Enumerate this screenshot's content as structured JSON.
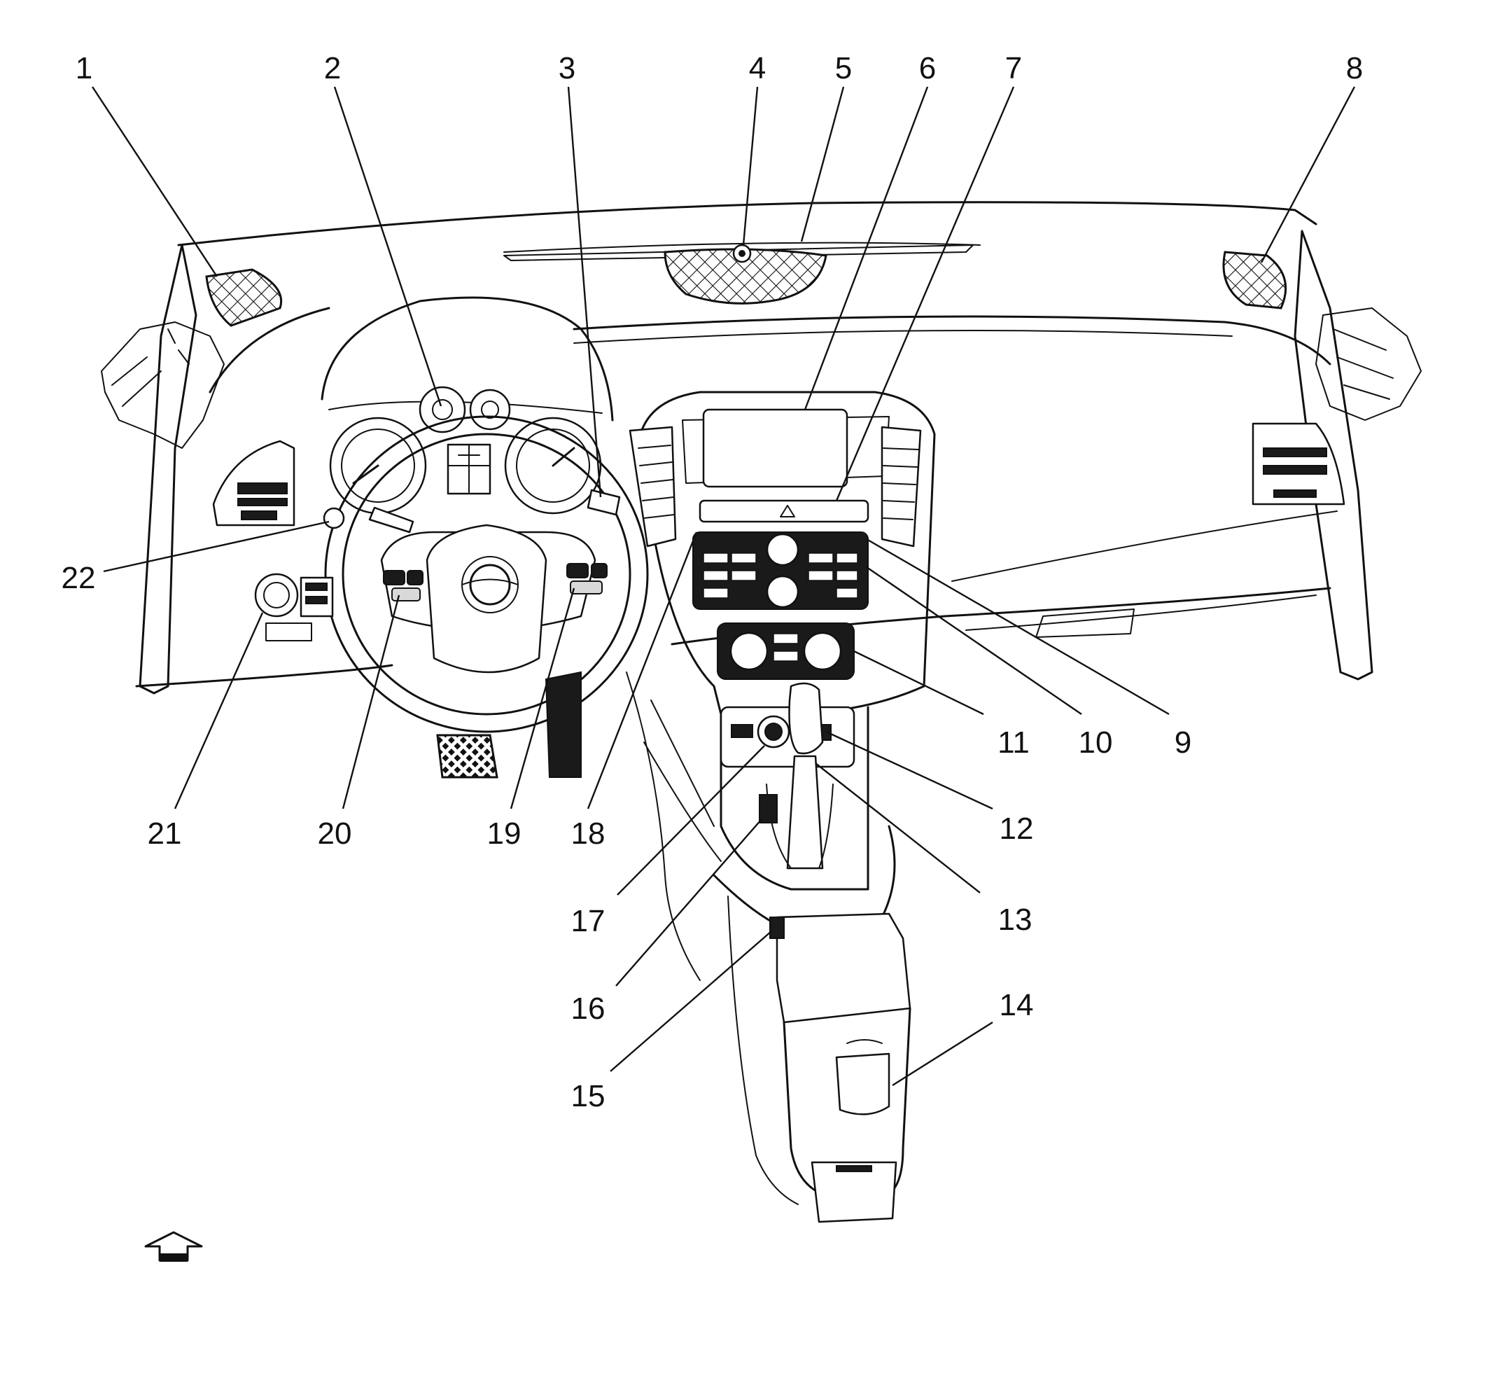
{
  "colors": {
    "ink": "#111111",
    "background": "#ffffff",
    "fill_dark": "#1a1a1a",
    "fill_grey": "#d9d9d9"
  },
  "callouts": [
    {
      "id": "1",
      "label": "1"
    },
    {
      "id": "2",
      "label": "2"
    },
    {
      "id": "3",
      "label": "3"
    },
    {
      "id": "4",
      "label": "4"
    },
    {
      "id": "5",
      "label": "5"
    },
    {
      "id": "6",
      "label": "6"
    },
    {
      "id": "7",
      "label": "7"
    },
    {
      "id": "8",
      "label": "8"
    },
    {
      "id": "9",
      "label": "9"
    },
    {
      "id": "10",
      "label": "10"
    },
    {
      "id": "11",
      "label": "11"
    },
    {
      "id": "12",
      "label": "12"
    },
    {
      "id": "13",
      "label": "13"
    },
    {
      "id": "14",
      "label": "14"
    },
    {
      "id": "15",
      "label": "15"
    },
    {
      "id": "16",
      "label": "16"
    },
    {
      "id": "17",
      "label": "17"
    },
    {
      "id": "18",
      "label": "18"
    },
    {
      "id": "19",
      "label": "19"
    },
    {
      "id": "20",
      "label": "20"
    },
    {
      "id": "21",
      "label": "21"
    },
    {
      "id": "22",
      "label": "22"
    }
  ],
  "icons": {
    "orientation_arrow": "forward-arrow-icon"
  }
}
